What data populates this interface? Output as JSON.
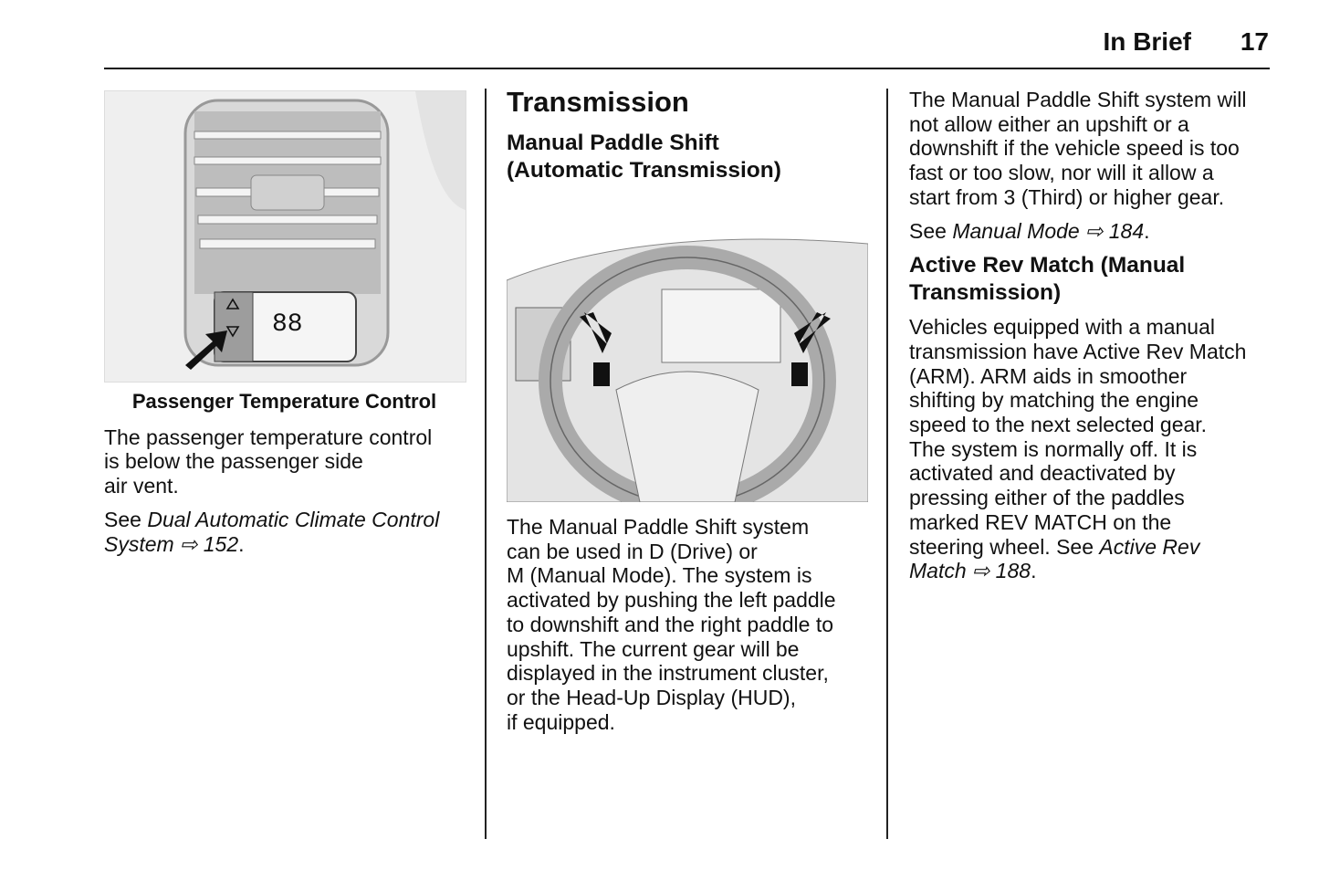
{
  "header": {
    "section": "In Brief",
    "page_number": "17"
  },
  "arrow_glyph": "⇨",
  "left": {
    "figure_digits": "88",
    "caption": "Passenger Temperature Control",
    "paragraphs": [
      [
        [
          {
            "t": "The passenger temperature control"
          }
        ],
        [
          {
            "t": "is below the passenger side"
          }
        ],
        [
          {
            "t": "air vent."
          }
        ]
      ],
      [
        [
          {
            "t": "See "
          },
          {
            "t": "Dual Automatic Climate Control",
            "i": true
          }
        ],
        [
          {
            "t": "System ⇨ 152",
            "i": true
          },
          {
            "t": "."
          }
        ]
      ]
    ]
  },
  "middle": {
    "title": "Transmission",
    "subtitle_lines": [
      "Manual Paddle Shift",
      "(Automatic Transmission)"
    ],
    "paragraphs": [
      [
        [
          {
            "t": "The Manual Paddle Shift system"
          }
        ],
        [
          {
            "t": "can be used in D (Drive) or"
          }
        ],
        [
          {
            "t": "M (Manual Mode). The system is"
          }
        ],
        [
          {
            "t": "activated by pushing the left paddle"
          }
        ],
        [
          {
            "t": "to downshift and the right paddle to"
          }
        ],
        [
          {
            "t": "upshift. The current gear will be"
          }
        ],
        [
          {
            "t": "displayed in the instrument cluster,"
          }
        ],
        [
          {
            "t": "or the Head-Up Display (HUD),"
          }
        ],
        [
          {
            "t": "if equipped."
          }
        ]
      ]
    ]
  },
  "right": {
    "paragraphs_top": [
      [
        [
          {
            "t": "The Manual Paddle Shift system will"
          }
        ],
        [
          {
            "t": "not allow either an upshift or a"
          }
        ],
        [
          {
            "t": "downshift if the vehicle speed is too"
          }
        ],
        [
          {
            "t": "fast or too slow, nor will it allow a"
          }
        ],
        [
          {
            "t": "start from 3 (Third) or higher gear."
          }
        ]
      ],
      [
        [
          {
            "t": "See "
          },
          {
            "t": "Manual Mode ⇨ 184",
            "i": true
          },
          {
            "t": "."
          }
        ]
      ]
    ],
    "subtitle_lines": [
      "Active Rev Match (Manual",
      "Transmission)"
    ],
    "paragraphs_bottom": [
      [
        [
          {
            "t": "Vehicles equipped with a manual"
          }
        ],
        [
          {
            "t": "transmission have Active Rev Match"
          }
        ],
        [
          {
            "t": "(ARM). ARM aids in smoother"
          }
        ],
        [
          {
            "t": "shifting by matching the engine"
          }
        ],
        [
          {
            "t": "speed to the next selected gear."
          }
        ],
        [
          {
            "t": "The system is normally off. It is"
          }
        ],
        [
          {
            "t": "activated and deactivated by"
          }
        ],
        [
          {
            "t": "pressing either of the paddles"
          }
        ],
        [
          {
            "t": "marked REV MATCH on the"
          }
        ],
        [
          {
            "t": "steering wheel. See "
          },
          {
            "t": "Active Rev",
            "i": true
          }
        ],
        [
          {
            "t": "Match ⇨ 188",
            "i": true
          },
          {
            "t": "."
          }
        ]
      ]
    ]
  }
}
